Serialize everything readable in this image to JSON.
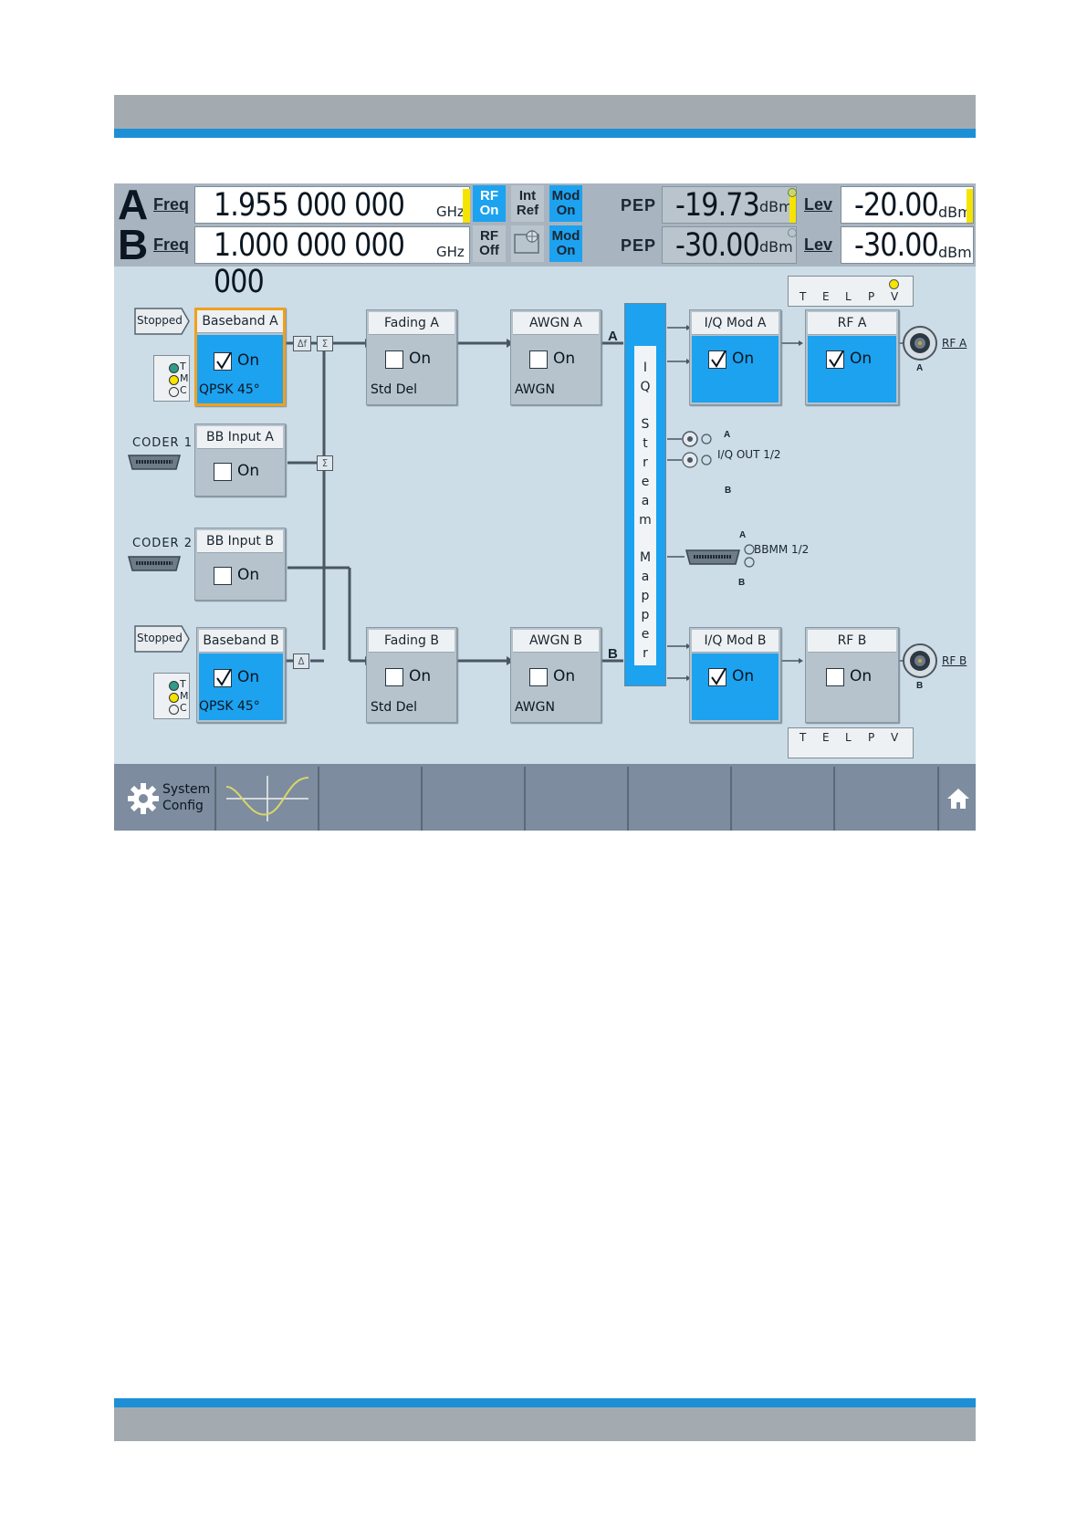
{
  "instrument": {
    "path_a": {
      "letter": "A",
      "freq_label": "Freq",
      "freq_value": "1.955 000 000 000",
      "freq_unit": "GHz",
      "rf_label": "RF",
      "rf_state": "On",
      "ref_label": "Int",
      "ref_state": "Ref",
      "mod_label": "Mod",
      "mod_state": "On",
      "pep_label": "PEP",
      "pep_value": "-19.73",
      "pep_unit": "dBm",
      "lev_label": "Lev",
      "lev_value": "-20.00",
      "lev_unit": "dBm"
    },
    "path_b": {
      "letter": "B",
      "freq_label": "Freq",
      "freq_value": "1.000 000 000 000",
      "freq_unit": "GHz",
      "rf_label": "RF",
      "rf_state": "Off",
      "mod_label": "Mod",
      "mod_state": "On",
      "pep_label": "PEP",
      "pep_value": "-30.00",
      "pep_unit": "dBm",
      "lev_label": "Lev",
      "lev_value": "-30.00",
      "lev_unit": "dBm"
    }
  },
  "diagram": {
    "baseband_a": {
      "title": "Baseband A",
      "on_label": "On",
      "checked": true,
      "sub": "QPSK 45°",
      "status": "Stopped"
    },
    "baseband_b": {
      "title": "Baseband B",
      "on_label": "On",
      "checked": true,
      "sub": "QPSK 45°",
      "status": "Stopped"
    },
    "bb_input_a": {
      "title": "BB Input A",
      "on_label": "On",
      "checked": false,
      "coder": "CODER 1"
    },
    "bb_input_b": {
      "title": "BB Input B",
      "on_label": "On",
      "checked": false,
      "coder": "CODER 2"
    },
    "fading_a": {
      "title": "Fading A",
      "on_label": "On",
      "checked": false,
      "sub": "Std Del"
    },
    "fading_b": {
      "title": "Fading B",
      "on_label": "On",
      "checked": false,
      "sub": "Std Del"
    },
    "awgn_a": {
      "title": "AWGN A",
      "on_label": "On",
      "checked": false,
      "sub": "AWGN"
    },
    "awgn_b": {
      "title": "AWGN B",
      "on_label": "On",
      "checked": false,
      "sub": "AWGN"
    },
    "iqmod_a": {
      "title": "I/Q Mod A",
      "on_label": "On",
      "checked": true
    },
    "iqmod_b": {
      "title": "I/Q Mod B",
      "on_label": "On",
      "checked": true
    },
    "rf_a": {
      "title": "RF A",
      "on_label": "On",
      "checked": true,
      "connector": "RF A",
      "letter": "A"
    },
    "rf_b": {
      "title": "RF B",
      "on_label": "On",
      "checked": false,
      "connector": "RF B",
      "letter": "B"
    },
    "trigger_leds": [
      "T",
      "M",
      "C"
    ],
    "telpv": [
      "T",
      "E",
      "L",
      "P",
      "V"
    ],
    "stream_mapper_chars": [
      "I",
      "Q",
      "S",
      "t",
      "r",
      "e",
      "a",
      "m",
      "M",
      "a",
      "p",
      "p",
      "e",
      "r"
    ],
    "path_letters": {
      "a": "A",
      "b": "B"
    },
    "iq_out": {
      "label": "I/Q OUT 1/2",
      "a": "A",
      "b": "B"
    },
    "bbmm": {
      "label": "BBMM 1/2",
      "a": "A",
      "b": "B"
    },
    "symbols": {
      "delta_f": "Δf",
      "delta": "Δ",
      "sigma": "Σ"
    }
  },
  "softkeys": {
    "system_config_line1": "System",
    "system_config_line2": "Config"
  },
  "colors": {
    "accent_blue": "#1da2f0",
    "panel_bg": "#ccdde7",
    "selected_border": "#f0a020",
    "led_green": "#2f9c8a",
    "led_yellow": "#f5e400"
  },
  "icons": [
    "gear-icon",
    "waveform-icon",
    "home-icon",
    "check-icon",
    "connector-icon",
    "led-icon"
  ]
}
